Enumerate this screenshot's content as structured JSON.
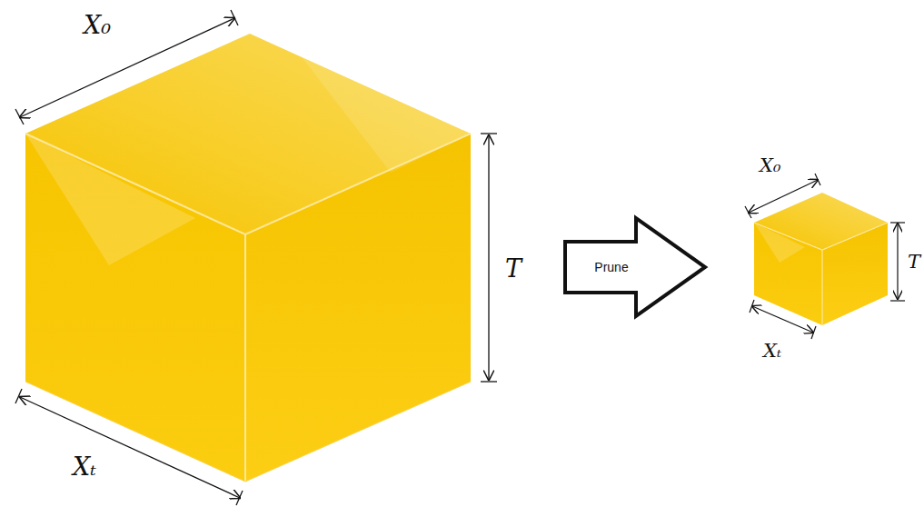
{
  "diagram": {
    "nodes": [
      {
        "text": [
          "Prune"
        ]
      }
    ],
    "labels": [
      "X₀",
      "T",
      "Xₜ",
      "X₀",
      "T",
      "Xₜ"
    ]
  }
}
